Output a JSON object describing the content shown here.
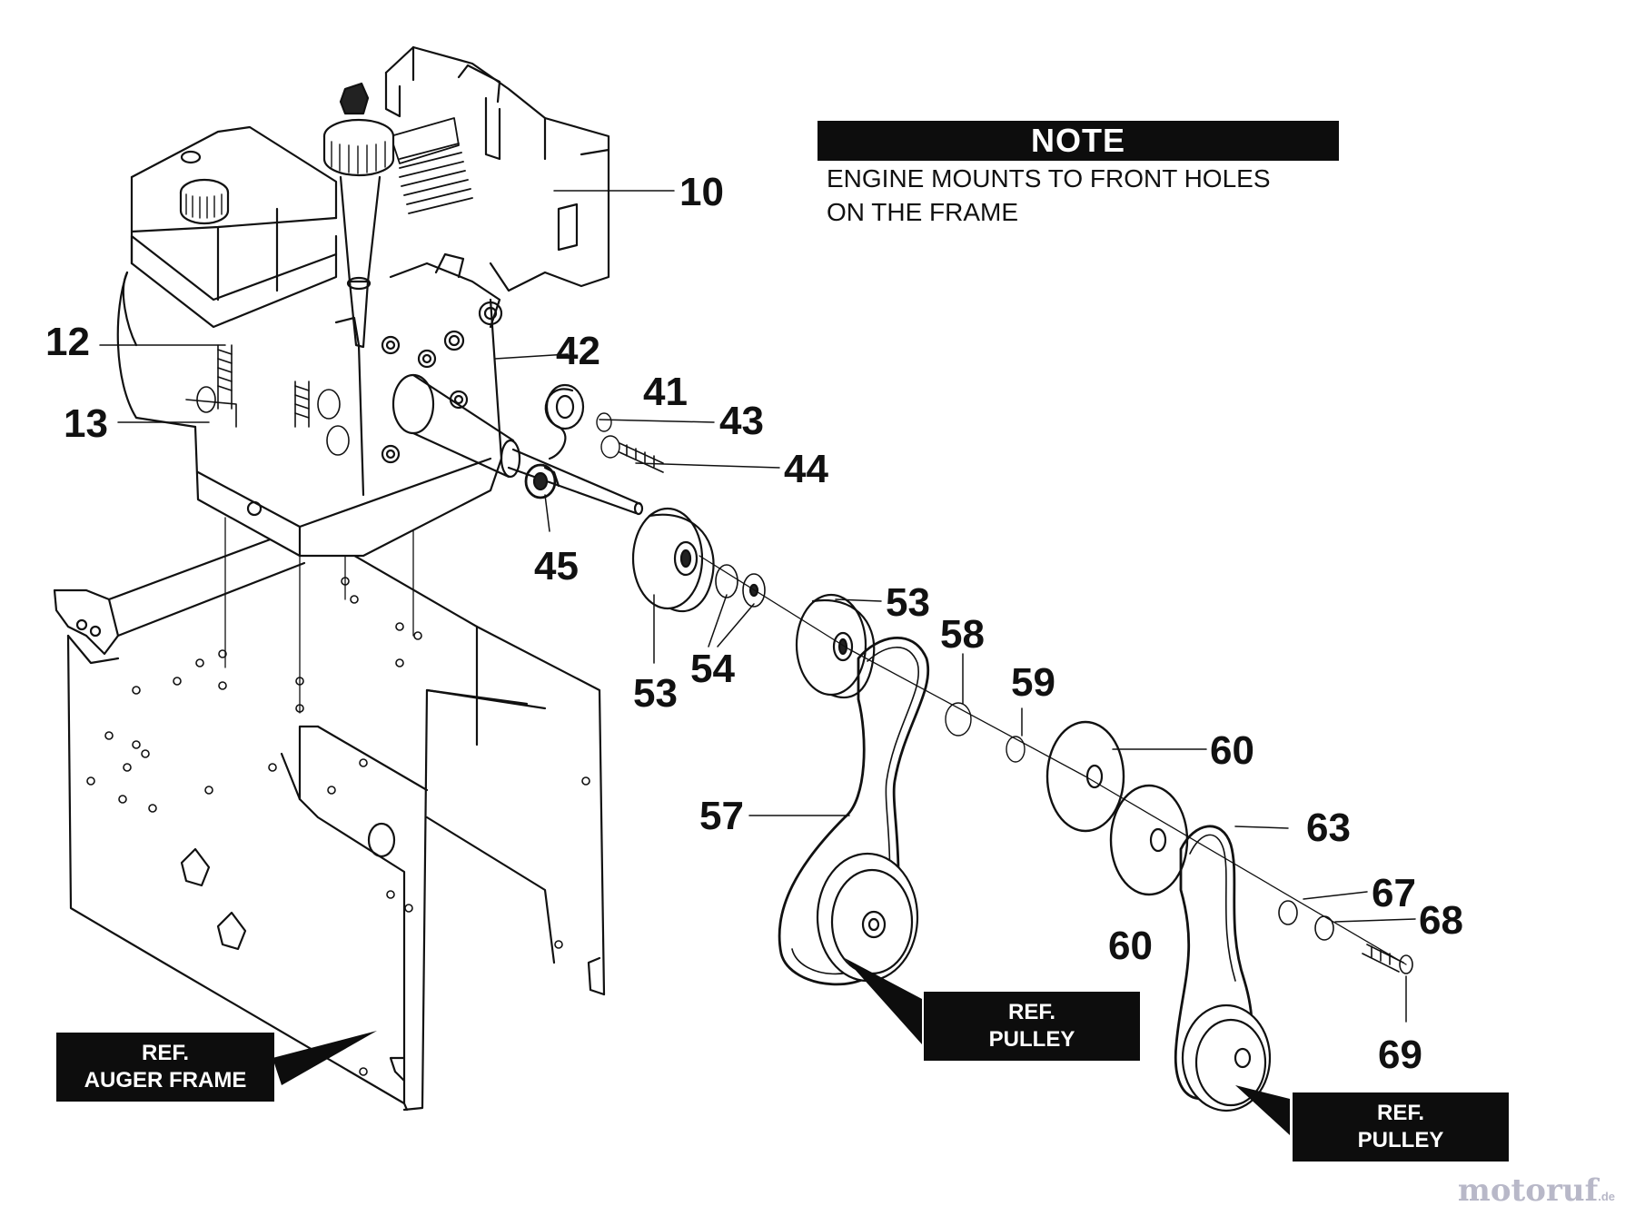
{
  "note": {
    "title": "NOTE",
    "lines": [
      "ENGINE MOUNTS TO FRONT HOLES",
      "ON THE FRAME"
    ]
  },
  "references": {
    "auger_frame": [
      "REF.",
      "AUGER FRAME"
    ],
    "pulley_1": [
      "REF.",
      "PULLEY"
    ],
    "pulley_2": [
      "REF.",
      "PULLEY"
    ]
  },
  "callouts": {
    "p10": "10",
    "p12": "12",
    "p13": "13",
    "p41": "41",
    "p42": "42",
    "p43": "43",
    "p44": "44",
    "p45": "45",
    "p53a": "53",
    "p53b": "53",
    "p54": "54",
    "p57": "57",
    "p58": "58",
    "p59": "59",
    "p60a": "60",
    "p60b": "60",
    "p63": "63",
    "p67": "67",
    "p68": "68",
    "p69": "69"
  },
  "watermark": {
    "brand": "motoruf",
    "suffix": ".de"
  },
  "colors": {
    "ink": "#111111",
    "label_bg": "#0d0d0d",
    "watermark": "#b8b8c8"
  }
}
